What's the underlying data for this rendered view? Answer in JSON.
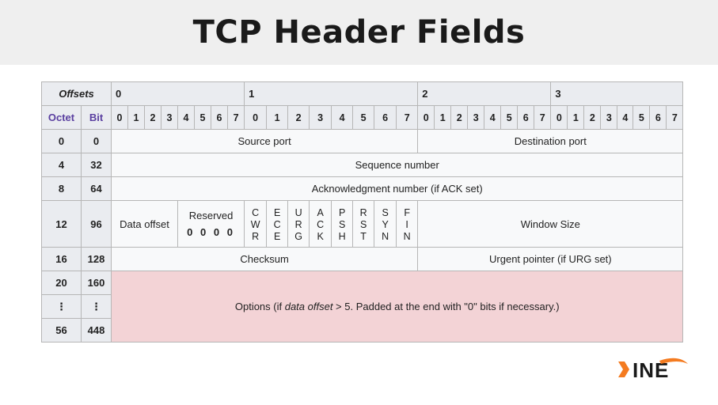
{
  "title": "TCP Header Fields",
  "table": {
    "offsets_label": "Offsets",
    "octet_label": "Octet",
    "bit_label": "Bit",
    "octet_offsets": [
      "0",
      "1",
      "2",
      "3"
    ],
    "bit_numbers": [
      "0",
      "1",
      "2",
      "3",
      "4",
      "5",
      "6",
      "7"
    ],
    "rows": {
      "r0": {
        "octet": "0",
        "bit": "0",
        "source_port": "Source port",
        "destination_port": "Destination port"
      },
      "r4": {
        "octet": "4",
        "bit": "32",
        "sequence_number": "Sequence number"
      },
      "r8": {
        "octet": "8",
        "bit": "64",
        "ack_number": "Acknowledgment number (if ACK set)"
      },
      "r12": {
        "octet": "12",
        "bit": "96",
        "data_offset": "Data offset",
        "reserved": "Reserved",
        "reserved_value": "0 0 0 0",
        "flags": [
          [
            "C",
            "W",
            "R"
          ],
          [
            "E",
            "C",
            "E"
          ],
          [
            "U",
            "R",
            "G"
          ],
          [
            "A",
            "C",
            "K"
          ],
          [
            "P",
            "S",
            "H"
          ],
          [
            "R",
            "S",
            "T"
          ],
          [
            "S",
            "Y",
            "N"
          ],
          [
            "F",
            "I",
            "N"
          ]
        ],
        "window_size": "Window Size"
      },
      "r16": {
        "octet": "16",
        "bit": "128",
        "checksum": "Checksum",
        "urgent_pointer": "Urgent pointer (if URG set)"
      },
      "r20": {
        "octet": "20",
        "bit": "160"
      },
      "r_ellipsis": {
        "octet": "⋮",
        "bit": "⋮"
      },
      "r56": {
        "octet": "56",
        "bit": "448"
      },
      "options": {
        "prefix": "Options (if ",
        "emphasis": "data offset",
        "suffix": " > 5. Padded at the end with \"0\" bits if necessary.)"
      }
    }
  },
  "logo_text": "INE"
}
